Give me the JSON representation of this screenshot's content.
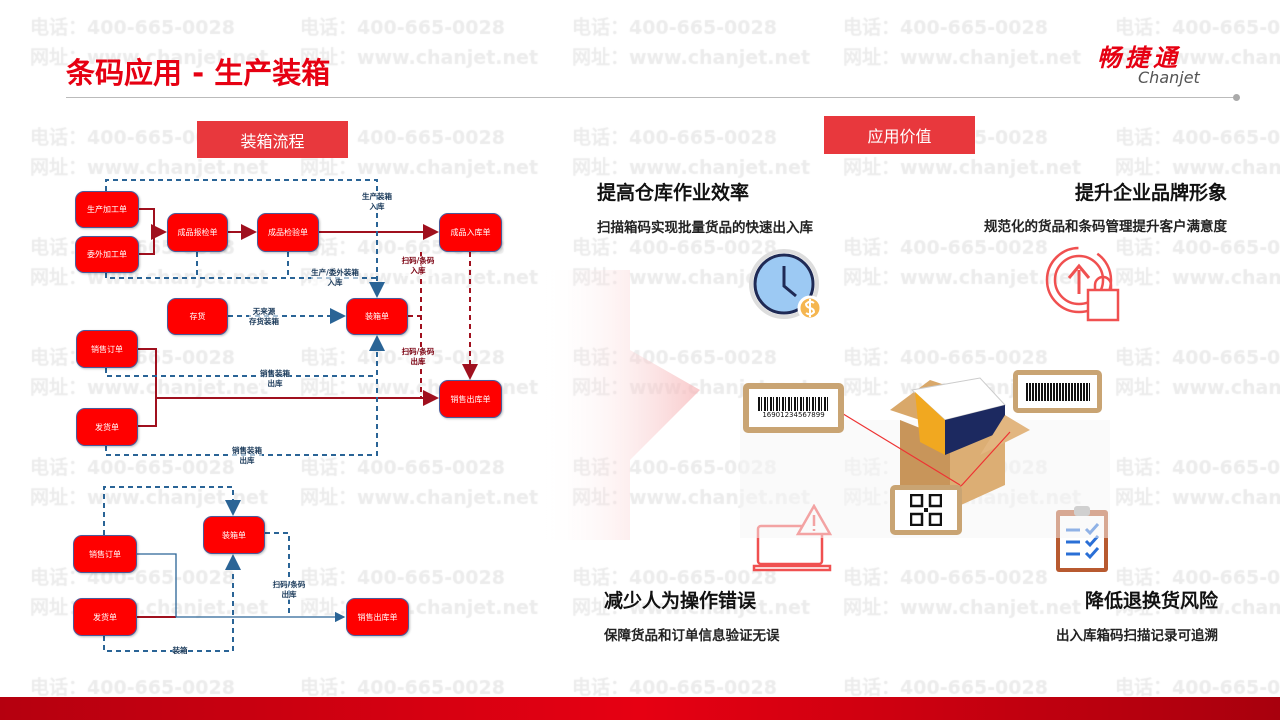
{
  "watermark": {
    "phone": "电话：400-665-0028",
    "site": "网址：www.chanjet.net"
  },
  "title": "条码应用 - 生产装箱",
  "logo": {
    "cn": "畅捷通",
    "en": "Chanjet"
  },
  "left": {
    "banner": "装箱流程",
    "nodes": {
      "prod": "生产加工单",
      "outsrc": "委外加工单",
      "inspreq": "成品报检单",
      "insp": "成品检验单",
      "fgin": "成品入库单",
      "stock": "存货",
      "pack1": "装箱单",
      "so1": "销售订单",
      "ship1": "发货单",
      "out1": "销售出库单",
      "so2": "销售订单",
      "ship2": "发货单",
      "pack2": "装箱单",
      "out2": "销售出库单"
    },
    "edges": {
      "e1": "生产装箱\n入库",
      "e2": "生产/委外装箱\n入库",
      "e3": "无来源\n存货装箱",
      "e4": "扫码/条码\n入库",
      "e5": "扫码/条码\n出库",
      "e6": "销售装箱\n出库",
      "e7": "销售装箱\n出库",
      "e8": "扫码/条码\n出库",
      "e9": "装箱"
    }
  },
  "right": {
    "banner": "应用价值",
    "values": [
      {
        "title": "提高仓库作业效率",
        "desc": "扫描箱码实现批量货品的快速出入库",
        "icon": "clock-money-icon"
      },
      {
        "title": "提升企业品牌形象",
        "desc": "规范化的货品和条码管理提升客户满意度",
        "icon": "brand-upgrade-icon"
      },
      {
        "title": "减少人为操作错误",
        "desc": "保障货品和订单信息验证无误",
        "icon": "laptop-warning-icon"
      },
      {
        "title": "降低退换货风险",
        "desc": "出入库箱码扫描记录可追溯",
        "icon": "clipboard-check-icon"
      }
    ],
    "barcode_number": "16901234567899"
  },
  "colors": {
    "brand": "#e60012",
    "banner": "#e8383d",
    "node": "#ff0000",
    "flow_red": "#a0101e",
    "flow_blue": "#2a6496"
  }
}
